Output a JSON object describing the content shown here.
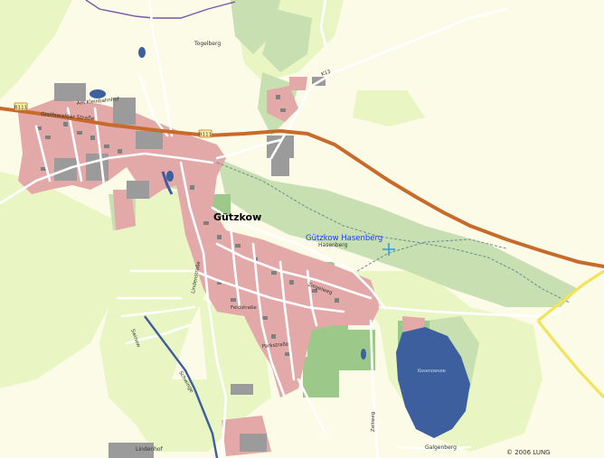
{
  "map": {
    "town": "Gützkow",
    "place_marker": "Gützkow Hasenberg",
    "credit": "© 2006 LUNG",
    "road_label": "B111",
    "road_label_k": "K13",
    "labels": {
      "togelberg": "Togelberg",
      "hasenberg": "Hasenberg",
      "kleinbahnhof": "Am Kleinbahnhof",
      "greifswalder": "Greifswalder Straße",
      "feldstrasse": "Feldstraße",
      "parkstrasse": "Parkstraße",
      "ziegelweg": "Ziegelweg",
      "lindenstrasse": "Lindenstraße",
      "lake": "Kosenowsee",
      "galgenberg": "Galgenberg",
      "zeitweg": "Zeitweg",
      "swinow": "Swinow",
      "lusewitz": "Lindenhof",
      "mottmann": "Schwinge"
    },
    "colors": {
      "land": "#fbfbe8",
      "meadow": "#e9f5c3",
      "forest": "#c7dfb1",
      "park": "#9cc98a",
      "town": "#e3a8a8",
      "industry": "#9b9b9b",
      "water": "#3d5f9e",
      "major_road": "#c76a2a",
      "minor_road": "#ffffff",
      "yellow_road": "#f2e35a",
      "boundary": "#7a55a8",
      "marker": "#3399ff"
    }
  }
}
